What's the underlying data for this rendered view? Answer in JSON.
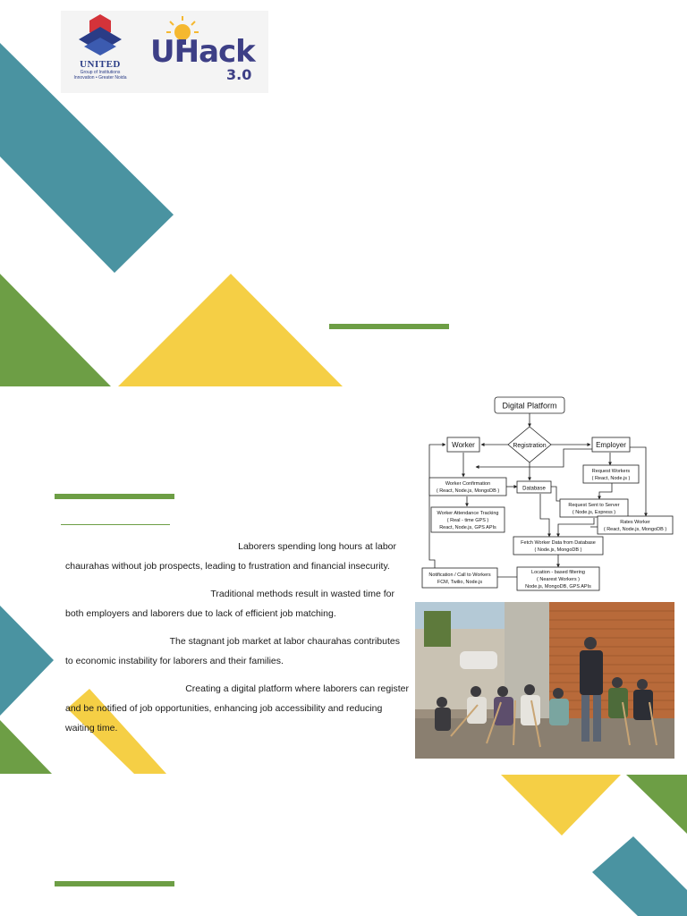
{
  "logos": {
    "united": {
      "name": "UNITED",
      "sub_line1": "Group of Institutions",
      "sub_line2": "Innovation • Greater Noida"
    },
    "uhack": {
      "name": "UHack",
      "version": "3.0"
    }
  },
  "paragraphs": [
    {
      "lines": [
        "Laborers spending long hours at labor",
        "chaurahas without job prospects, leading to frustration and financial insecurity."
      ]
    },
    {
      "lines": [
        "Traditional methods result in wasted time for",
        "both employers and laborers due to lack of efficient job matching."
      ]
    },
    {
      "lines": [
        "The stagnant job market at labor chaurahas contributes",
        "to economic instability for laborers and their families."
      ]
    },
    {
      "lines": [
        "Creating a digital platform where laborers can register",
        "and be notified of job opportunities, enhancing job accessibility and reducing",
        "waiting time."
      ]
    }
  ],
  "flowchart": {
    "platform": "Digital Platform",
    "registration": "Registration",
    "worker": "Worker",
    "employer": "Employer",
    "database": "Database",
    "worker_confirmation": [
      "Worker Confirmation",
      "( React, Node.js, MongoDB )"
    ],
    "attendance": [
      "Worker Attendance Tracking",
      "( Real - time GPS )",
      "React, Node.js, GPS APIs"
    ],
    "request_workers": [
      "Request Workers",
      "( React, Node.js )"
    ],
    "request_server": [
      "Request Sent to Server",
      "( Node.js, Express )"
    ],
    "rates_worker": [
      "Rates Worker",
      "( React, Node.js, MongoDB )"
    ],
    "fetch": [
      "Fetch Worker Data from Database",
      "( Node.js, MongoDB )"
    ],
    "location": [
      "Location - based filtering",
      "( Nearest Workers )",
      "Node.js, MongoDB, GPS APIs"
    ],
    "notification": [
      "Notification / Call to Workers",
      "FCM, Twilio, Node.js"
    ]
  },
  "colors": {
    "teal": "#4a93a1",
    "green": "#6d9e45",
    "yellow": "#f5cf45",
    "navy": "#2a3c86"
  }
}
